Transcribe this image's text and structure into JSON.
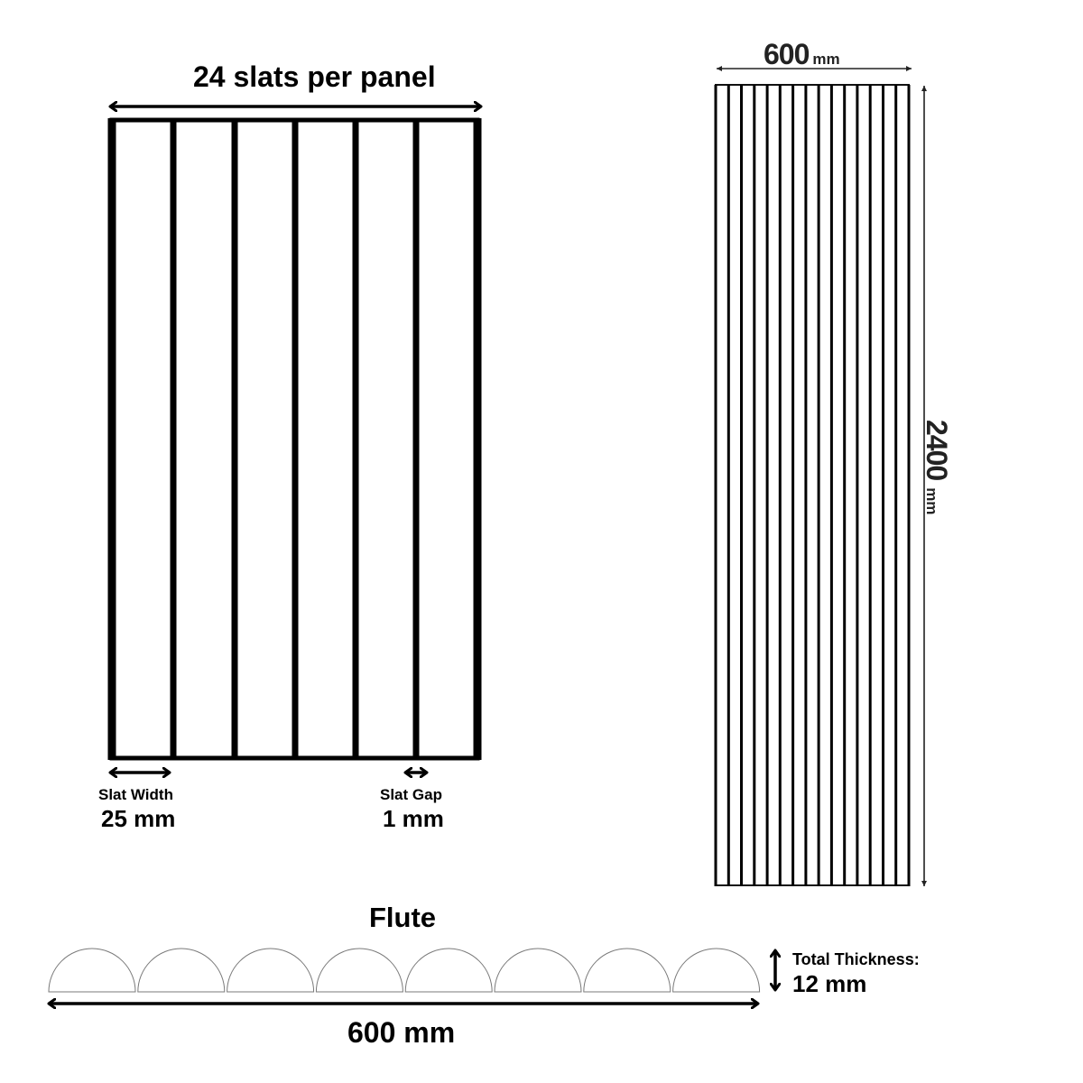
{
  "left_panel": {
    "title": "24 slats per panel",
    "slat_width": {
      "label": "Slat Width",
      "value": "25 mm"
    },
    "slat_gap": {
      "label": "Slat Gap",
      "value": "1 mm"
    },
    "visible_slat_count": 6
  },
  "right_panel": {
    "width": {
      "value": "600",
      "unit": "mm"
    },
    "height": {
      "value": "2400",
      "unit": "mm"
    },
    "line_count": 16
  },
  "flute": {
    "title": "Flute",
    "width": "600 mm",
    "profile_count": 8,
    "thickness": {
      "label": "Total Thickness:",
      "value": "12 mm"
    }
  },
  "colors": {
    "line": "#000000",
    "profile_stroke": "#7a7a7a",
    "background": "#ffffff"
  }
}
